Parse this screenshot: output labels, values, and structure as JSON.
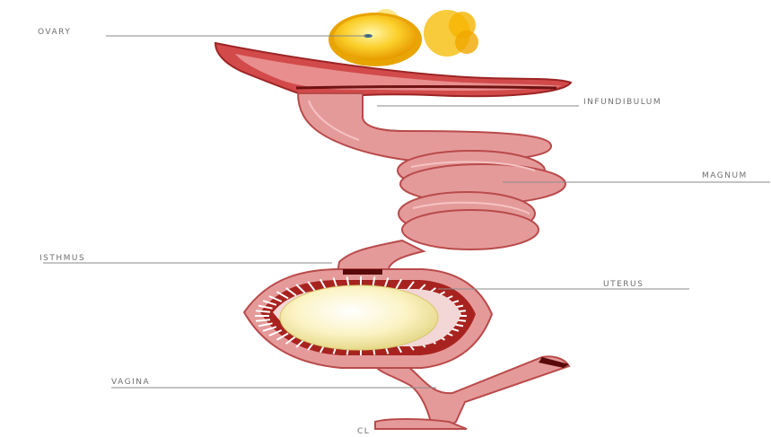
{
  "diagram": {
    "labels": {
      "ovary": "OVARY",
      "infundibulum": "INFUNDIBULUM",
      "magnum": "MAGNUM",
      "isthmus": "ISTHMUS",
      "uterus": "UTERUS",
      "vagina": "VAGINA",
      "cloaca": "CL"
    },
    "colors": {
      "yolk": "#f5b400",
      "oviduct": "#e59a9a",
      "oviduct_dark": "#b94a4a",
      "uterus_wall": "#a8231f",
      "egg": "#fbf3c4"
    }
  }
}
